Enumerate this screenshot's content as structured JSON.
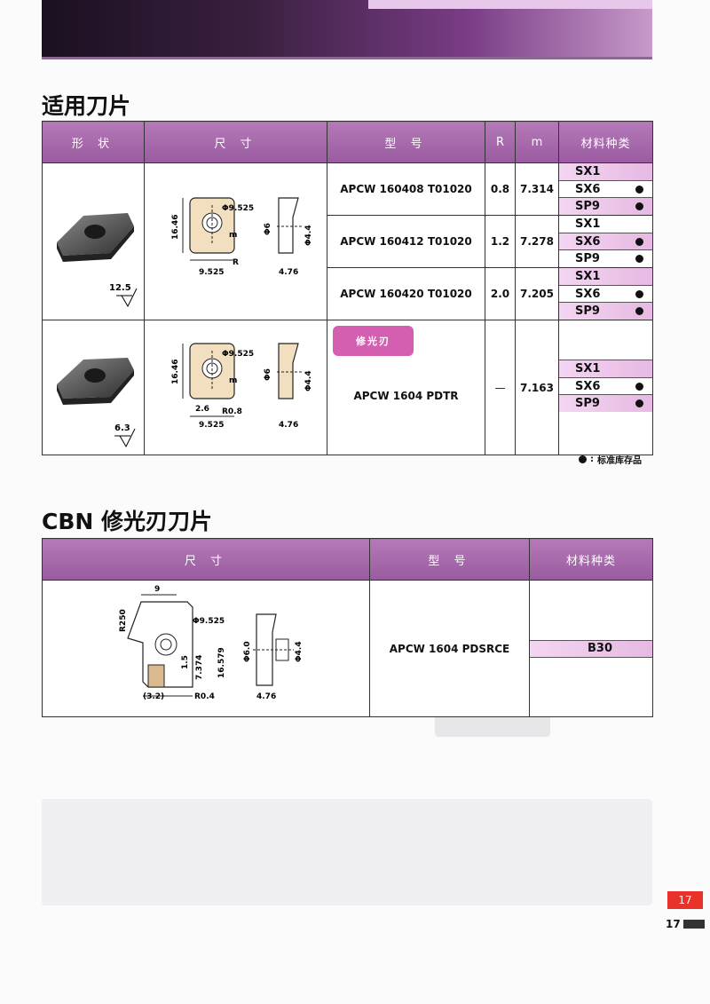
{
  "section1": {
    "title": "适用刀片",
    "headers": {
      "shape": "形 状",
      "dimension": "尺 寸",
      "model": "型 号",
      "r": "R",
      "m": "m",
      "material": "材料种类"
    },
    "rows": [
      {
        "model": "APCW 160408 T01020",
        "r": "0.8",
        "m": "7.314",
        "materials": [
          {
            "name": "SX1",
            "stock": false,
            "highlight": true
          },
          {
            "name": "SX6",
            "stock": true,
            "highlight": false
          },
          {
            "name": "SP9",
            "stock": true,
            "highlight": true
          }
        ]
      },
      {
        "model": "APCW 160412 T01020",
        "r": "1.2",
        "m": "7.278",
        "materials": [
          {
            "name": "SX1",
            "stock": false,
            "highlight": false
          },
          {
            "name": "SX6",
            "stock": true,
            "highlight": true
          },
          {
            "name": "SP9",
            "stock": true,
            "highlight": false
          }
        ]
      },
      {
        "model": "APCW 160420 T01020",
        "r": "2.0",
        "m": "7.205",
        "materials": [
          {
            "name": "SX1",
            "stock": false,
            "highlight": true
          },
          {
            "name": "SX6",
            "stock": true,
            "highlight": false
          },
          {
            "name": "SP9",
            "stock": true,
            "highlight": true
          }
        ]
      },
      {
        "model": "APCW 1604 PDTR",
        "r": "—",
        "m": "7.163",
        "tag": "修光刃",
        "materials": [
          {
            "name": "SX1",
            "stock": false,
            "highlight": true
          },
          {
            "name": "SX6",
            "stock": true,
            "highlight": false
          },
          {
            "name": "SP9",
            "stock": true,
            "highlight": true
          }
        ]
      }
    ],
    "drawing1": {
      "roughness": "12.5",
      "d1": "16.46",
      "d2": "Φ9.525",
      "d3": "m",
      "d4": "R",
      "d5": "9.525",
      "d6": "Φ6",
      "d7": "Φ4.4",
      "d8": "4.76"
    },
    "drawing2": {
      "roughness": "6.3",
      "d1": "16.46",
      "d2": "Φ9.525",
      "d3": "m",
      "d4": "2.6",
      "d5": "R0.8",
      "d6": "9.525",
      "d7": "Φ6",
      "d8": "Φ4.4",
      "d9": "4.76"
    },
    "legend": "标准库存品"
  },
  "section2": {
    "title": "CBN 修光刃刀片",
    "headers": {
      "dimension": "尺 寸",
      "model": "型 号",
      "material": "材料种类"
    },
    "row": {
      "model": "APCW 1604 PDSRCE",
      "material": "B30"
    },
    "drawing": {
      "d1": "9",
      "d2": "R250",
      "d3": "Φ9.525",
      "d4": "16.579",
      "d5": "7.374",
      "d6": "1.5",
      "d7": "(3.2)",
      "d8": "R0.4",
      "d9": "Φ6.0",
      "d10": "Φ4.4",
      "d11": "4.76"
    }
  },
  "page": {
    "number": "17",
    "number_box": "17"
  },
  "colors": {
    "header": "#a466a9",
    "highlight": "#e6b9e3",
    "tag": "#d45fb0",
    "page_box": "#e8322a"
  }
}
